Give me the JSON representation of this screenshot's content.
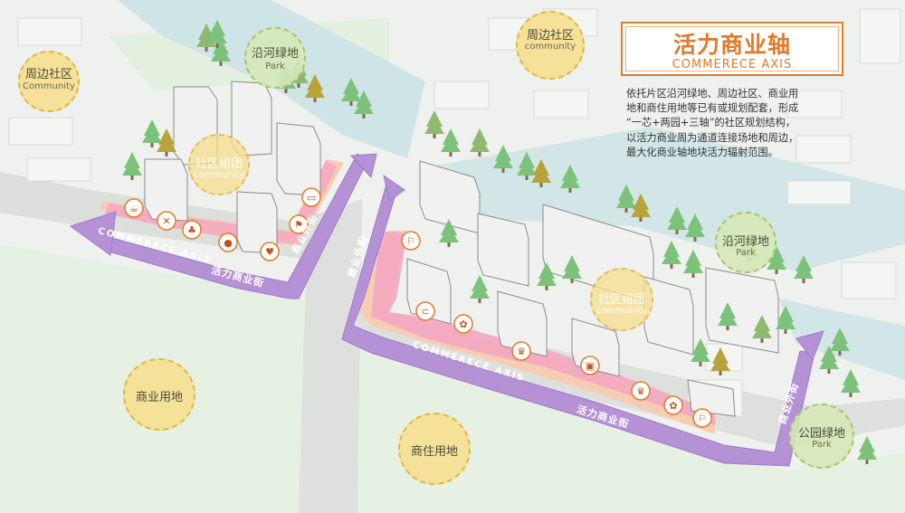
{
  "title": {
    "cn": "活力商业轴",
    "en": "COMMERECE AXIS"
  },
  "description": [
    "依托片区沿河绿地、周边社区、商业用",
    "地和商住用地等已有或规划配套，形成",
    "“一芯+两园+三轴”的社区规划结构，",
    "以活力商业周为通道连接场地和周边，",
    "最大化商业轴地块活力辐射范围。"
  ],
  "circles": {
    "community_tl": {
      "cn": "周边社区",
      "en": "Community"
    },
    "community_top": {
      "cn": "周边社区",
      "en": "community"
    },
    "park_top": {
      "cn": "沿河绿地",
      "en": "Park"
    },
    "cluster_left": {
      "cn": "社区组团",
      "en": "community"
    },
    "cluster_right": {
      "cn": "社区组团",
      "en": "community"
    },
    "park_right": {
      "cn": "沿河绿地",
      "en": "Park"
    },
    "commercial": {
      "cn": "商业用地"
    },
    "residential_commercial": {
      "cn": "商住用地"
    },
    "park_bottom": {
      "cn": "公园绿地",
      "en": "Park"
    }
  },
  "axis_labels": {
    "en": "COMMERECE AXIS",
    "cn": "活力商业街",
    "side": "商业外街"
  },
  "colors": {
    "axis_purple": "#b18fd3",
    "accent_orange": "#e2792b",
    "pink_strip": "#f2a6c0",
    "peach_zone": "#f4c9ad",
    "river": "#cfe5e6",
    "tree_green": "#7cc27a"
  }
}
